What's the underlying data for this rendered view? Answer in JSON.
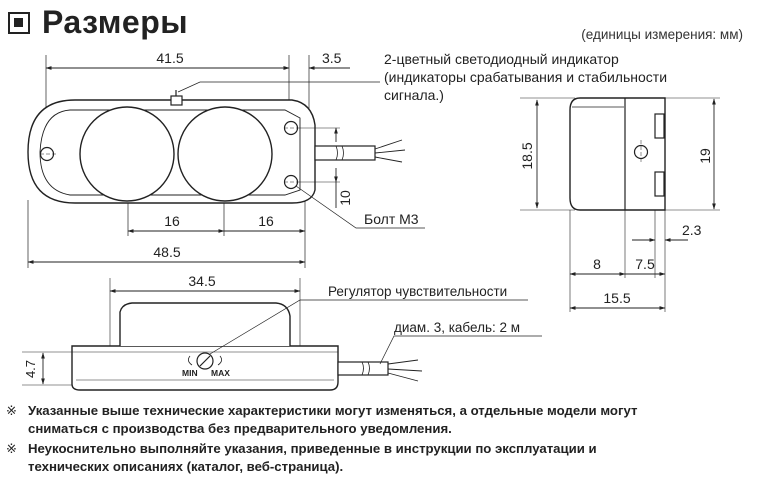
{
  "header": {
    "title": "Размеры",
    "units": "(единицы измерения: мм)"
  },
  "dimensions": {
    "d41_5": "41.5",
    "d3_5": "3.5",
    "d16_left": "16",
    "d16_right": "16",
    "d48_5": "48.5",
    "d10": "10",
    "d18_5": "18.5",
    "d19": "19",
    "d2_3": "2.3",
    "d8": "8",
    "d7_5": "7.5",
    "d15_5": "15.5",
    "d34_5": "34.5",
    "d4_7": "4.7"
  },
  "callouts": {
    "led_line1": "2-цветный светодиодный индикатор",
    "led_line2": "(индикаторы срабатывания и стабильности",
    "led_line3": "сигнала.)",
    "bolt": "Болт M3",
    "sensitivity": "Регулятор чувствительности",
    "cable": "диам. 3, кабель: 2 м",
    "min": "MIN",
    "max": "MAX"
  },
  "notes": [
    {
      "mark": "※",
      "lines": [
        "Указанные выше технические характеристики могут изменяться, а отдельные модели могут",
        "сниматься с производства без предварительного уведомления."
      ]
    },
    {
      "mark": "※",
      "lines": [
        "Неукоснительно выполняйте указания, приведенные в инструкции по эксплуатации и",
        "технических описаниях (каталог, веб-страница)."
      ]
    }
  ]
}
